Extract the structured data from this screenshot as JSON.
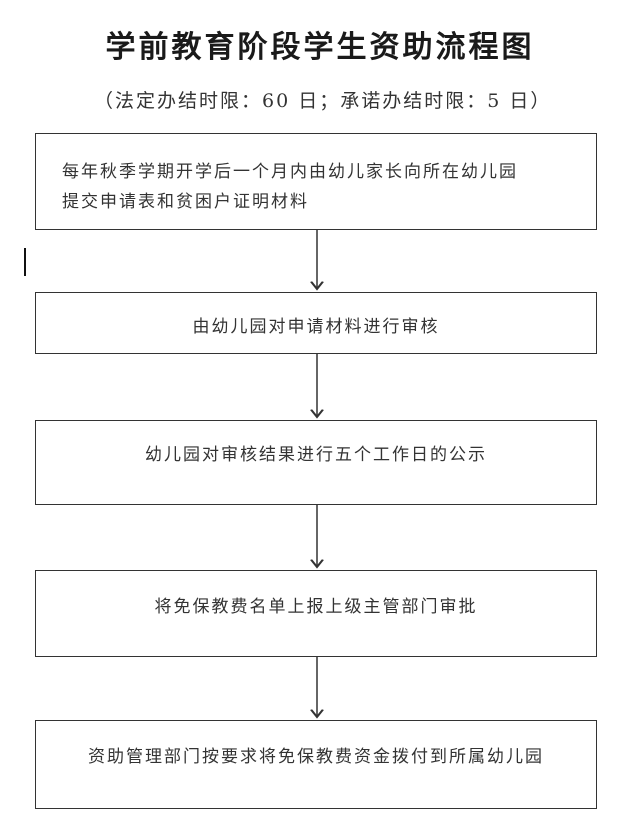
{
  "title": "学前教育阶段学生资助流程图",
  "subtitle": "（法定办结时限：60 日；承诺办结时限：5 日）",
  "steps": [
    {
      "line1": "每年秋季学期开学后一个月内由幼儿家长向所在幼儿园",
      "line2": "提交申请表和贫困户证明材料"
    },
    {
      "line1": "由幼儿园对申请材料进行审核"
    },
    {
      "line1": "幼儿园对审核结果进行五个工作日的公示"
    },
    {
      "line1": "将免保教费名单上报上级主管部门审批"
    },
    {
      "line1": "资助管理部门按要求将免保教费资金拨付到所属幼儿园"
    }
  ]
}
